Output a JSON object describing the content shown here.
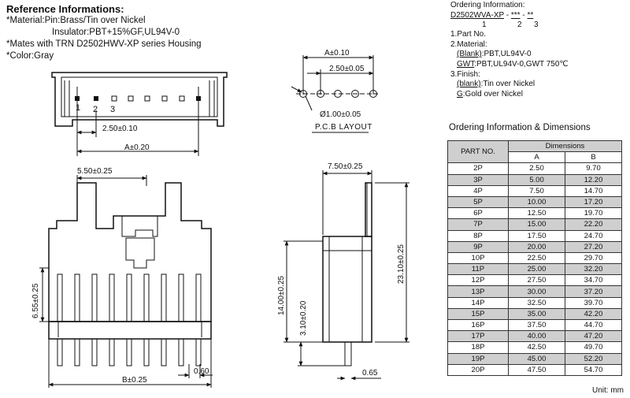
{
  "reference": {
    "title": "Reference Informations:",
    "line1": "*Material:Pin:Brass/Tin over Nickel",
    "line2": "Insulator:PBT+15%GF,UL94V-0",
    "line3": "*Mates with TRN D2502HWV-XP series Housing",
    "line4": "*Color:Gray"
  },
  "ordering": {
    "heading": "Ordering Information:",
    "code_main": "D2502WVA-XP",
    "code_dash1": " - ",
    "code_mid": "***",
    "code_dash2": " - ",
    "code_end": "**",
    "num1": "1",
    "num2": "2",
    "num3": "3",
    "s1": "1.Part No.",
    "s2": "2.Material:",
    "s2a_key": "(Blank)",
    "s2a_val": ":PBT,UL94V-0",
    "s2b_key": "GWT",
    "s2b_val": ":PBT,UL94V-0,GWT 750℃",
    "s3": "3.Finish:",
    "s3a_key": "(blank)",
    "s3a_val": ":Tin over Nickel",
    "s3b_key": "G",
    "s3b_val": ":Gold over Nickel"
  },
  "table": {
    "title": "Ordering Information & Dimensions",
    "col_part": "PART NO.",
    "col_dims": "Dimensions",
    "col_a": "A",
    "col_b": "B",
    "rows": [
      {
        "p": "2P",
        "a": "2.50",
        "b": "9.70"
      },
      {
        "p": "3P",
        "a": "5.00",
        "b": "12.20"
      },
      {
        "p": "4P",
        "a": "7.50",
        "b": "14.70"
      },
      {
        "p": "5P",
        "a": "10.00",
        "b": "17.20"
      },
      {
        "p": "6P",
        "a": "12.50",
        "b": "19.70"
      },
      {
        "p": "7P",
        "a": "15.00",
        "b": "22.20"
      },
      {
        "p": "8P",
        "a": "17.50",
        "b": "24.70"
      },
      {
        "p": "9P",
        "a": "20.00",
        "b": "27.20"
      },
      {
        "p": "10P",
        "a": "22.50",
        "b": "29.70"
      },
      {
        "p": "11P",
        "a": "25.00",
        "b": "32.20"
      },
      {
        "p": "12P",
        "a": "27.50",
        "b": "34.70"
      },
      {
        "p": "13P",
        "a": "30.00",
        "b": "37.20"
      },
      {
        "p": "14P",
        "a": "32.50",
        "b": "39.70"
      },
      {
        "p": "15P",
        "a": "35.00",
        "b": "42.20"
      },
      {
        "p": "16P",
        "a": "37.50",
        "b": "44.70"
      },
      {
        "p": "17P",
        "a": "40.00",
        "b": "47.20"
      },
      {
        "p": "18P",
        "a": "42.50",
        "b": "49.70"
      },
      {
        "p": "19P",
        "a": "45.00",
        "b": "52.20"
      },
      {
        "p": "20P",
        "a": "47.50",
        "b": "54.70"
      }
    ],
    "unit": "Unit: mm"
  },
  "dims": {
    "top_pin1": "1",
    "top_pin2": "2",
    "top_pin3": "3",
    "top_pitch": "2.50±0.10",
    "top_a": "A±0.20",
    "pcb_a": "A±0.10",
    "pcb_pitch": "2.50±0.05",
    "pcb_hole": "Ø1.00±0.05",
    "pcb_label": "P.C.B LAYOUT",
    "front_5_50": "5.50±0.25",
    "front_6_55": "6.55±0.25",
    "front_0_60": "0.60",
    "front_b": "B±0.25",
    "side_7_50": "7.50±0.25",
    "side_23_10": "23.10±0.25",
    "side_14_00": "14.00±0.25",
    "side_3_10": "3.10±0.20",
    "side_0_65": "0.65"
  },
  "colors": {
    "row_shade": "#cfcfcf",
    "line": "#111111"
  }
}
